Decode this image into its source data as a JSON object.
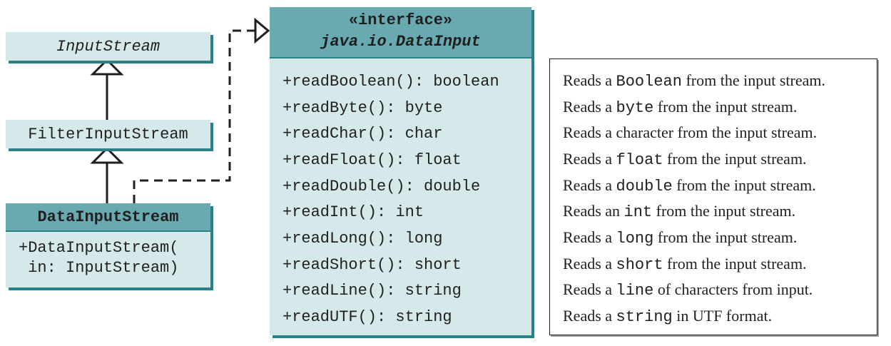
{
  "input_stream": {
    "name": "InputStream"
  },
  "filter_input_stream": {
    "name": "FilterInputStream"
  },
  "data_input_stream": {
    "name": "DataInputStream",
    "constructor_line1": "+DataInputStream(",
    "constructor_line2": " in: InputStream)"
  },
  "data_input": {
    "stereotype": "«interface»",
    "name": "java.io.DataInput",
    "methods": [
      "+readBoolean(): boolean",
      "+readByte(): byte",
      "+readChar(): char",
      "+readFloat(): float",
      "+readDouble(): double",
      "+readInt(): int",
      "+readLong(): long",
      "+readShort(): short",
      "+readLine(): string",
      "+readUTF(): string"
    ]
  },
  "descriptions": [
    {
      "pre": "Reads a ",
      "code": "Boolean",
      "post": " from the input stream."
    },
    {
      "pre": "Reads a ",
      "code": "byte",
      "post": " from the input stream."
    },
    {
      "pre": "Reads a character from the input stream.",
      "code": "",
      "post": ""
    },
    {
      "pre": "Reads a ",
      "code": "float",
      "post": " from the input stream."
    },
    {
      "pre": "Reads a ",
      "code": "double",
      "post": " from the input stream."
    },
    {
      "pre": "Reads an ",
      "code": "int",
      "post": " from the input stream."
    },
    {
      "pre": "Reads a ",
      "code": "long",
      "post": " from the input stream."
    },
    {
      "pre": "Reads a ",
      "code": "short",
      "post": " from the input stream."
    },
    {
      "pre": "Reads a ",
      "code": "line",
      "post": " of characters from input."
    },
    {
      "pre": "Reads a ",
      "code": "string",
      "post": " in UTF format."
    }
  ]
}
